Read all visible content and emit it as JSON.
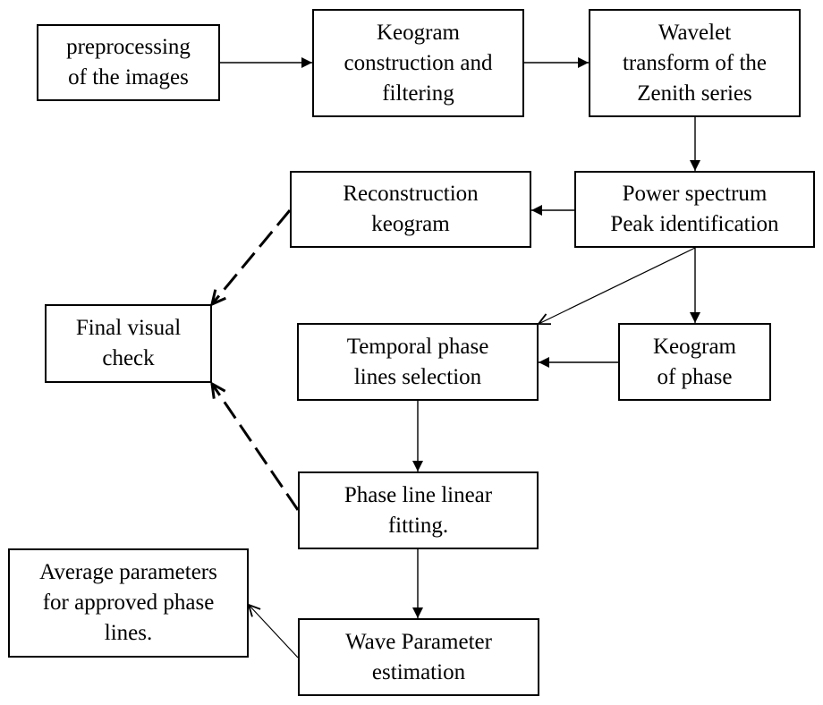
{
  "diagram": {
    "nodes": {
      "preprocessing": {
        "lines": [
          "preprocessing",
          "of the images"
        ]
      },
      "keogram_construction": {
        "lines": [
          "Keogram",
          "construction and",
          "filtering"
        ]
      },
      "wavelet": {
        "lines": [
          "Wavelet",
          "transform of the",
          "Zenith series"
        ]
      },
      "power_spectrum": {
        "lines": [
          "Power spectrum",
          "Peak identification"
        ]
      },
      "reconstruction": {
        "lines": [
          "Reconstruction",
          "keogram"
        ]
      },
      "final_check": {
        "lines": [
          "Final visual",
          "check"
        ]
      },
      "temporal_phase": {
        "lines": [
          "Temporal phase",
          "lines selection"
        ]
      },
      "keogram_phase": {
        "lines": [
          "Keogram",
          "of phase"
        ]
      },
      "phase_fitting": {
        "lines": [
          "Phase line linear",
          "fitting."
        ]
      },
      "wave_parameter": {
        "lines": [
          "Wave Parameter",
          "estimation"
        ]
      },
      "average_parameters": {
        "lines": [
          "Average parameters",
          "for approved phase",
          "lines."
        ]
      }
    },
    "edges": [
      {
        "from": "preprocessing",
        "to": "keogram_construction",
        "style": "solid"
      },
      {
        "from": "keogram_construction",
        "to": "wavelet",
        "style": "solid"
      },
      {
        "from": "wavelet",
        "to": "power_spectrum",
        "style": "solid"
      },
      {
        "from": "power_spectrum",
        "to": "reconstruction",
        "style": "solid"
      },
      {
        "from": "power_spectrum",
        "to": "temporal_phase",
        "style": "solid"
      },
      {
        "from": "power_spectrum",
        "to": "keogram_phase",
        "style": "solid"
      },
      {
        "from": "keogram_phase",
        "to": "temporal_phase",
        "style": "solid"
      },
      {
        "from": "temporal_phase",
        "to": "phase_fitting",
        "style": "solid"
      },
      {
        "from": "phase_fitting",
        "to": "wave_parameter",
        "style": "solid"
      },
      {
        "from": "wave_parameter",
        "to": "average_parameters",
        "style": "solid"
      },
      {
        "from": "reconstruction",
        "to": "final_check",
        "style": "dashed"
      },
      {
        "from": "phase_fitting",
        "to": "final_check",
        "style": "dashed"
      }
    ]
  }
}
